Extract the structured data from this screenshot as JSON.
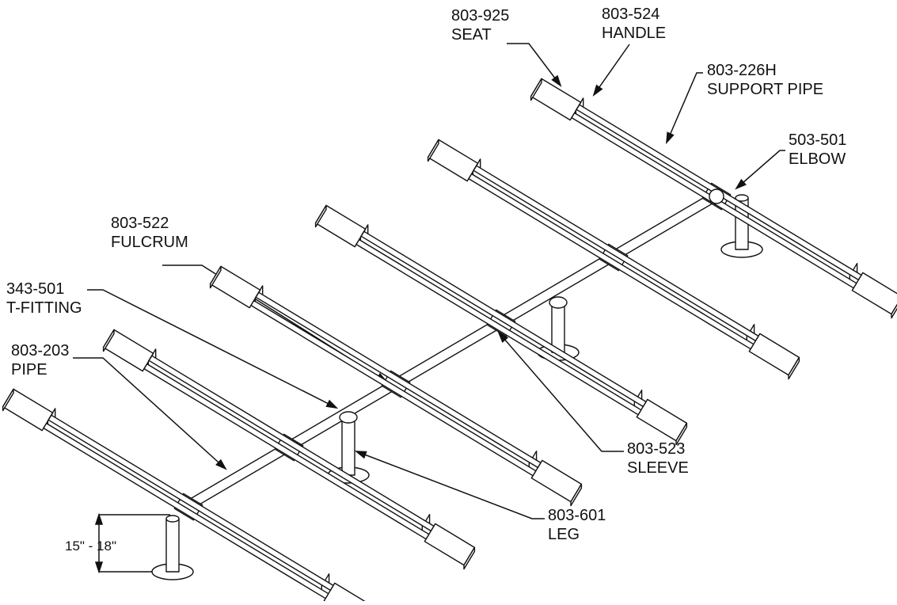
{
  "callouts": {
    "seat": {
      "part": "803-925",
      "name": "SEAT"
    },
    "handle": {
      "part": "803-524",
      "name": "HANDLE"
    },
    "support_pipe": {
      "part": "803-226H",
      "name": "SUPPORT PIPE"
    },
    "elbow": {
      "part": "503-501",
      "name": "ELBOW"
    },
    "fulcrum": {
      "part": "803-522",
      "name": "FULCRUM"
    },
    "t_fitting": {
      "part": "343-501",
      "name": "T-FITTING"
    },
    "pipe": {
      "part": "803-203",
      "name": "PIPE"
    },
    "sleeve": {
      "part": "803-523",
      "name": "SLEEVE"
    },
    "leg": {
      "part": "803-601",
      "name": "LEG"
    }
  },
  "dimension": {
    "height_range": "15\" - 18\""
  },
  "colors": {
    "line": "#111111",
    "fill": "#ffffff"
  }
}
